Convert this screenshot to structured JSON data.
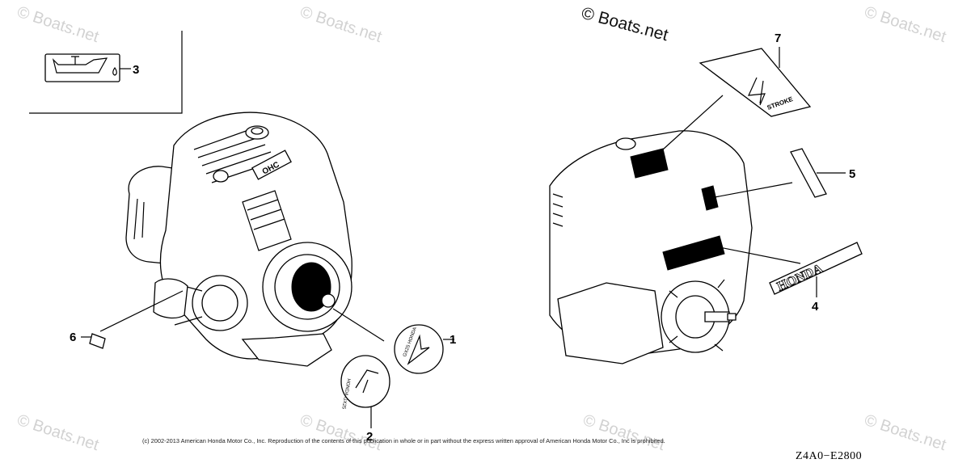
{
  "watermark": {
    "text": "© Boats.net"
  },
  "copyright_main": "© Boats.net",
  "callouts": {
    "c1": "1",
    "c2": "2",
    "c3": "3",
    "c4": "4",
    "c5": "5",
    "c6": "6",
    "c7": "7"
  },
  "labels": {
    "strike_label": "STROKE",
    "honda_label": "HONDA",
    "decal1_text": "GX25 HONDA",
    "decal2_text": "HONDA GX25"
  },
  "legal_notice": "(c) 2002-2013 American Honda Motor Co., Inc. Reproduction of the contents of this publication in whole or in part without the express written approval of American Honda Motor Co., Inc is prohibited.",
  "diagram_code": "Z4A0−E2800"
}
